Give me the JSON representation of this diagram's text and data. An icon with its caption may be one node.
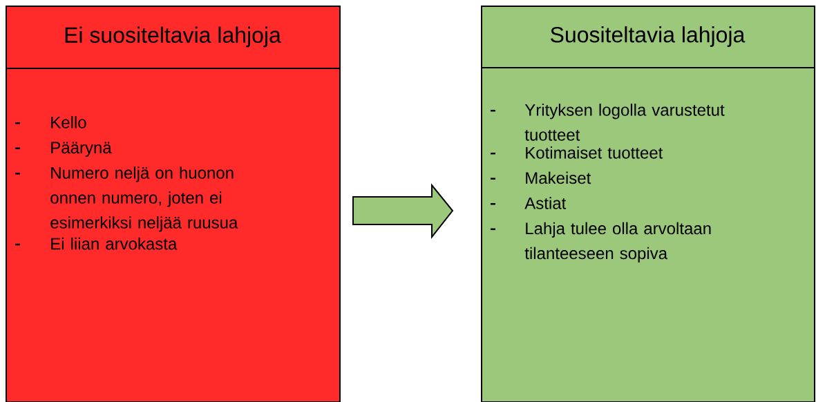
{
  "diagram": {
    "nodes": [
      {
        "text": [
          "Ei suositeltavia lahjoja",
          "Kello",
          "Päärynä",
          "Numero neljä on huonon onnen numero, joten ei esimerkiksi neljää ruusua",
          "Ei liian arvokasta"
        ]
      },
      {
        "text": [
          "Suositeltavia lahjoja",
          "Yrityksen logolla varustetut tuotteet",
          "Kotimaiset tuotteet",
          "Makeiset",
          "Astiat",
          "Lahja tulee olla arvoltaan tilanteeseen sopiva"
        ]
      }
    ],
    "edges": [
      {
        "from": 0,
        "to": 1,
        "arrow": "to"
      }
    ]
  }
}
